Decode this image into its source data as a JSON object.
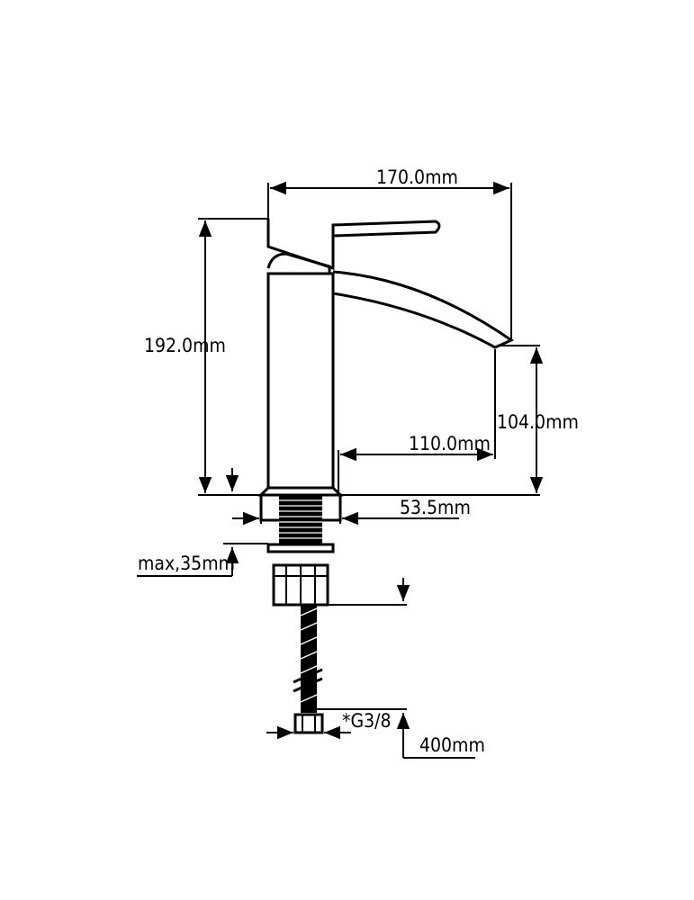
{
  "dimensions": {
    "width_total": "170.0mm",
    "height_total": "192.0mm",
    "spout_height": "104.0mm",
    "spout_reach": "110.0mm",
    "base_diameter": "53.5mm",
    "max_thickness": "max,35mm",
    "thread": "*G3/8",
    "hose_length": "400mm"
  },
  "colors": {
    "line": "#000000",
    "background": "#ffffff"
  }
}
